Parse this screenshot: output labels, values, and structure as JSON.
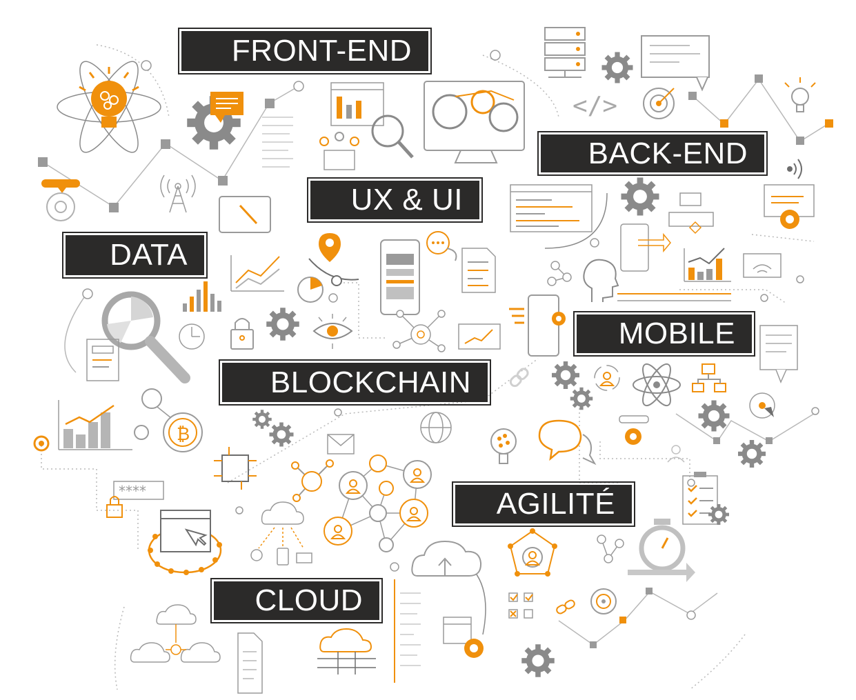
{
  "labels": {
    "front_end": "FRONT-END",
    "back_end": "BACK-END",
    "ux_ui": "UX & UI",
    "data": "DATA",
    "mobile": "MOBILE",
    "blockchain": "BLOCKCHAIN",
    "agilite": "AGILITÉ",
    "cloud": "CLOUD"
  },
  "password_field": "****",
  "bitcoin_symbol": "₿",
  "code_symbol": "</>",
  "icons": [
    "lightbulb-icon",
    "gear-icon",
    "chat-bubble-icon",
    "server-icon",
    "monitor-icon",
    "magnifier-icon",
    "target-icon",
    "antenna-icon",
    "tablet-pen-icon",
    "map-pin-icon",
    "smartphone-icon",
    "document-icon",
    "bar-chart-icon",
    "padlock-icon",
    "eye-icon",
    "atom-icon",
    "bitcoin-icon",
    "chip-icon",
    "mail-icon",
    "globe-icon",
    "people-network-icon",
    "stopwatch-icon",
    "cloud-icon",
    "checklist-icon",
    "wifi-icon",
    "link-icon",
    "browser-cursor-icon",
    "head-circuit-icon"
  ],
  "colors": {
    "label_bg": "#2b2a29",
    "label_text": "#ffffff",
    "accent": "#f0900c",
    "line": "#a3a3a3",
    "dark_line": "#6d6d6d"
  }
}
